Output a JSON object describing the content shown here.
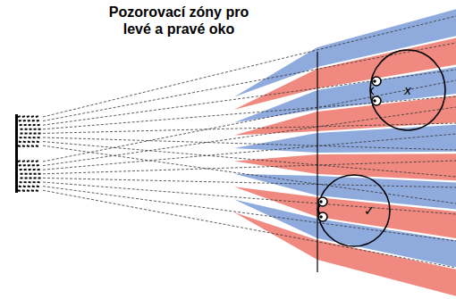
{
  "diagram": {
    "title": "Pozorovací zóny pro levé a pravé oko",
    "nodes": [
      {
        "text": [
          "x"
        ]
      },
      {
        "text": [
          "✓"
        ]
      }
    ]
  }
}
